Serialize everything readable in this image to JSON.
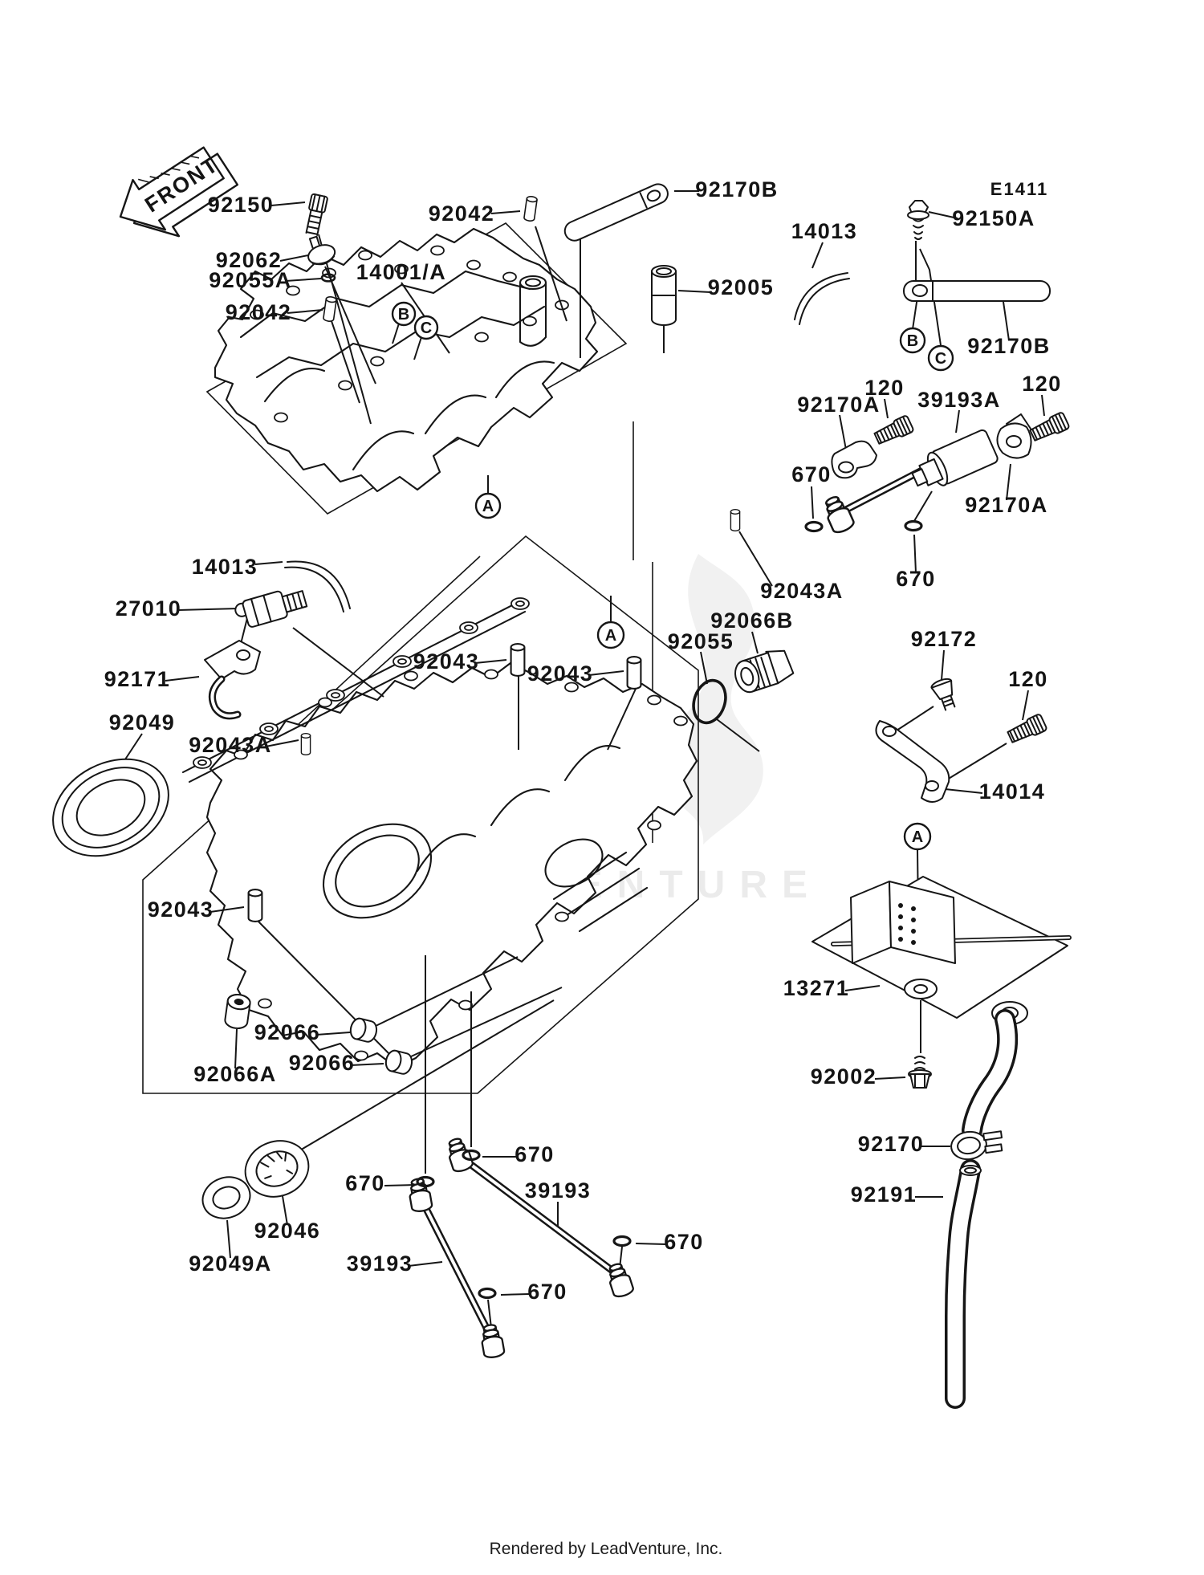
{
  "page": {
    "footer": "Rendered by LeadVenture, Inc."
  },
  "diagram": {
    "code": "E1411",
    "front": "FRONT",
    "watermark": "LEADVENTURE"
  },
  "markers": {
    "a": "A",
    "b": "B",
    "c": "C"
  },
  "labels": [
    {
      "part": "92150"
    },
    {
      "part": "92062"
    },
    {
      "part": "92055A"
    },
    {
      "part": "92042"
    },
    {
      "part": "14001/A"
    },
    {
      "part": "92042"
    },
    {
      "part": "92170B"
    },
    {
      "part": "14013"
    },
    {
      "part": "E1411"
    },
    {
      "part": "92150A"
    },
    {
      "part": "92170B"
    },
    {
      "part": "92005"
    },
    {
      "part": "92170A"
    },
    {
      "part": "120"
    },
    {
      "part": "39193A"
    },
    {
      "part": "120"
    },
    {
      "part": "670"
    },
    {
      "part": "92170A"
    },
    {
      "part": "670"
    },
    {
      "part": "14013"
    },
    {
      "part": "27010"
    },
    {
      "part": "92171"
    },
    {
      "part": "92049"
    },
    {
      "part": "92043A"
    },
    {
      "part": "92043"
    },
    {
      "part": "92043"
    },
    {
      "part": "92055"
    },
    {
      "part": "92066B"
    },
    {
      "part": "92043A"
    },
    {
      "part": "92172"
    },
    {
      "part": "120"
    },
    {
      "part": "14014"
    },
    {
      "part": "92043"
    },
    {
      "part": "13271"
    },
    {
      "part": "92066"
    },
    {
      "part": "92066"
    },
    {
      "part": "92066A"
    },
    {
      "part": "92002"
    },
    {
      "part": "92170"
    },
    {
      "part": "92191"
    },
    {
      "part": "670"
    },
    {
      "part": "670"
    },
    {
      "part": "39193"
    },
    {
      "part": "670"
    },
    {
      "part": "39193"
    },
    {
      "part": "670"
    },
    {
      "part": "92046"
    },
    {
      "part": "92049A"
    }
  ]
}
